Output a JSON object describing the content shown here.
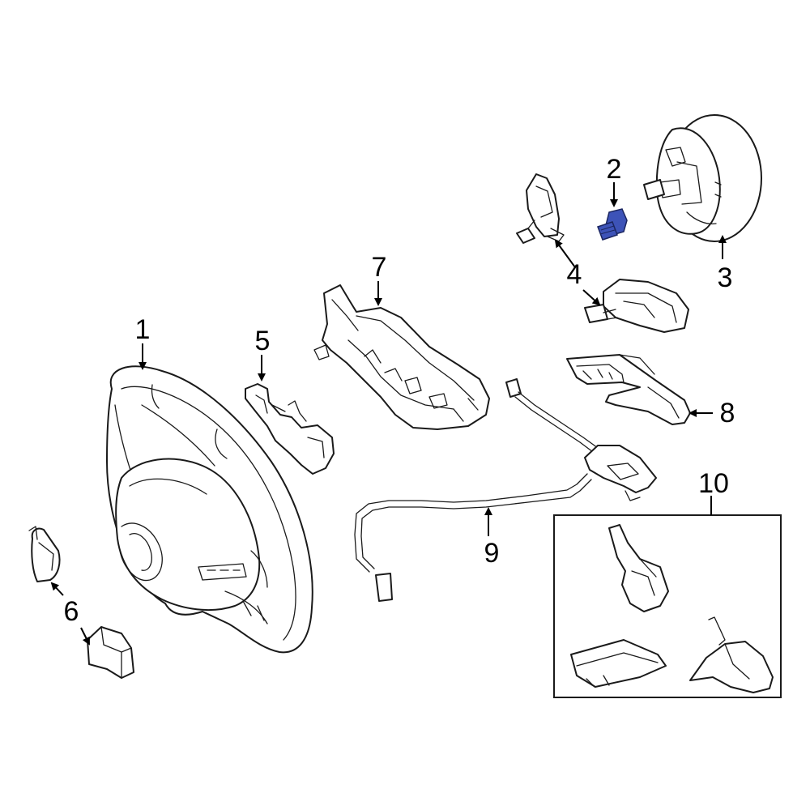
{
  "callouts": {
    "c1": "1",
    "c2": "2",
    "c3": "3",
    "c4": "4",
    "c5": "5",
    "c6": "6",
    "c7": "7",
    "c8": "8",
    "c9": "9",
    "c10": "10"
  },
  "colors": {
    "highlight": "#3d53b8",
    "line": "#1a1a1a",
    "background": "#ffffff"
  },
  "highlighted_part": "2"
}
